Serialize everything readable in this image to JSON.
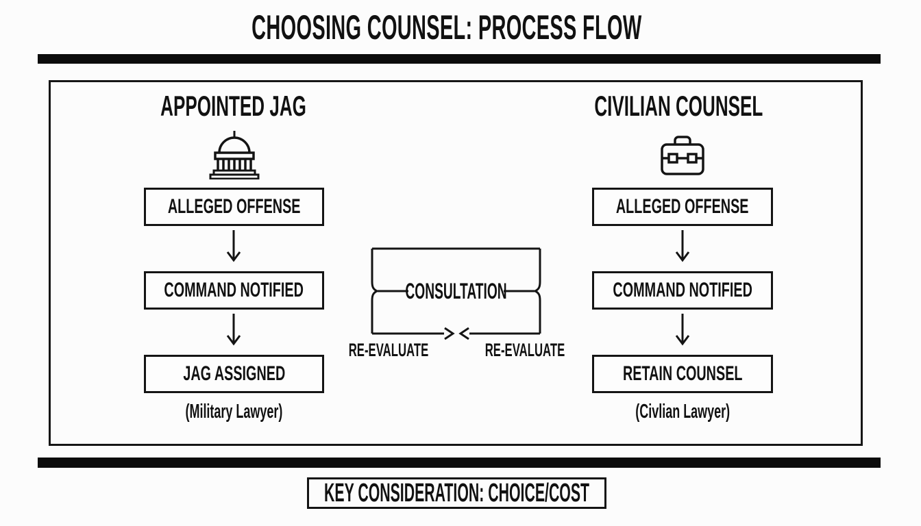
{
  "title": "CHOOSING COUNSEL: PROCESS FLOW",
  "left_column": {
    "header": "APPOINTED JAG",
    "icon": "government-building",
    "steps": [
      "ALLEGED OFFENSE",
      "COMMAND NOTIFIED",
      "JAG ASSIGNED"
    ],
    "caption": "(Military Lawyer)"
  },
  "right_column": {
    "header": "CIVILIAN COUNSEL",
    "icon": "briefcase",
    "steps": [
      "ALLEGED OFFENSE",
      "COMMAND NOTIFIED",
      "RETAIN COUNSEL"
    ],
    "caption": "(Civlian Lawyer)"
  },
  "center": {
    "consultation_label": "CONSULTATION",
    "reevaluate_left": "RE-EVALUATE",
    "reevaluate_right": "RE-EVALUATE"
  },
  "footer": {
    "key_consideration": "KEY CONSIDERATION: CHOICE/COST"
  },
  "colors": {
    "ink": "#141414",
    "divider_bar": "#0c0c0c",
    "background": "#fcfcfc"
  }
}
